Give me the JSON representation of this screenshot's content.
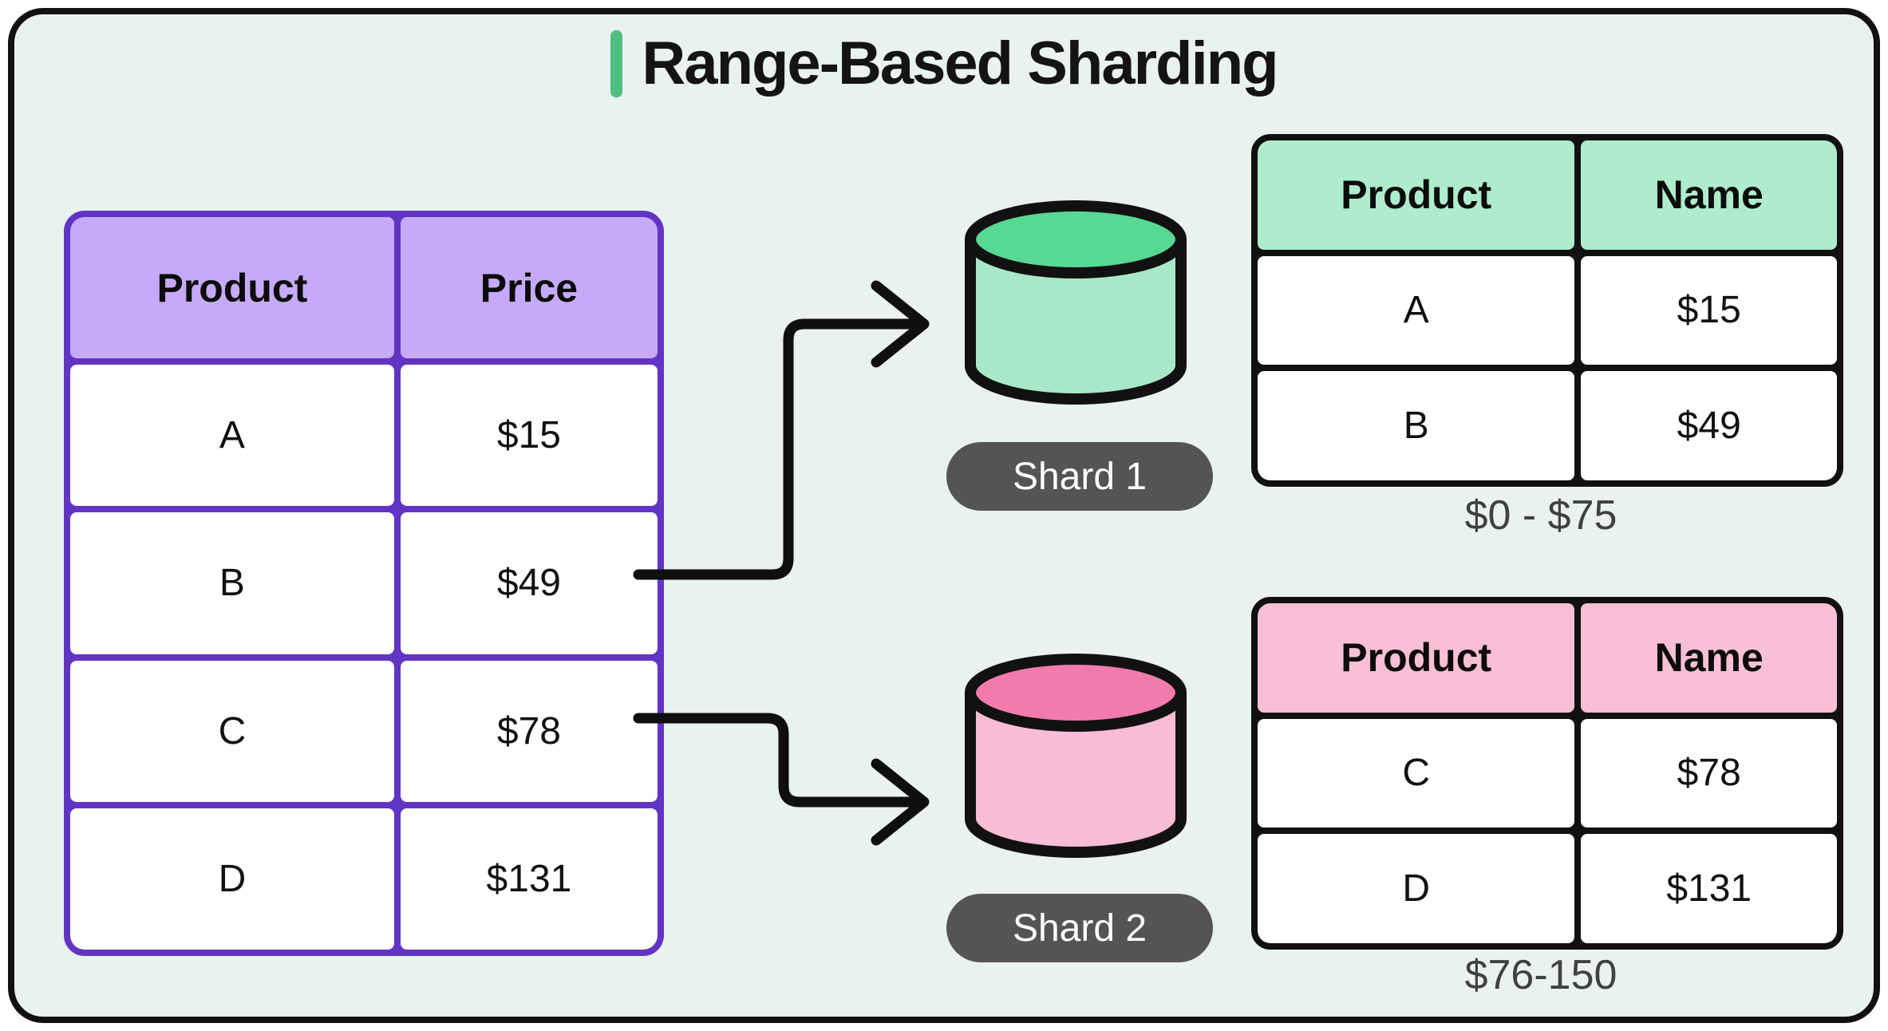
{
  "title": "Range-Based Sharding",
  "tables": {
    "main": {
      "headers": [
        "Product",
        "Price"
      ],
      "rows": [
        [
          "A",
          "$15"
        ],
        [
          "B",
          "$49"
        ],
        [
          "C",
          "$78"
        ],
        [
          "D",
          "$131"
        ]
      ]
    },
    "shard1": {
      "headers": [
        "Product",
        "Name"
      ],
      "rows": [
        [
          "A",
          "$15"
        ],
        [
          "B",
          "$49"
        ]
      ],
      "range": "$0 - $75"
    },
    "shard2": {
      "headers": [
        "Product",
        "Name"
      ],
      "rows": [
        [
          "C",
          "$78"
        ],
        [
          "D",
          "$131"
        ]
      ],
      "range": "$76-150"
    }
  },
  "shards": [
    {
      "label": "Shard 1"
    },
    {
      "label": "Shard 2"
    }
  ],
  "colors": {
    "background": "#e9f2ef",
    "frame_border": "#111111",
    "accent_green": "#4fbe82",
    "purple_border": "#6234c4",
    "purple_header": "#c6aaf8",
    "green_header": "#aeeccb",
    "pink_header": "#f8bfd6",
    "green_cylinder_top": "#57d893",
    "green_cylinder_body": "#a9e8c6",
    "pink_cylinder_top": "#f27bae",
    "pink_cylinder_body": "#f8bcd7",
    "shard_pill": "#545456",
    "arrow": "#0f0f0f"
  }
}
